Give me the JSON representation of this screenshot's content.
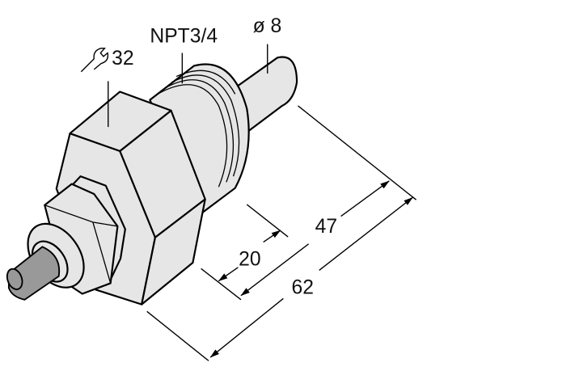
{
  "labels": {
    "wrench_size": "32",
    "thread": "NPT3/4",
    "probe_diameter": "ø 8",
    "dim_thread_length": "20",
    "dim_probe_length": "47",
    "dim_total_length": "62"
  },
  "icons": {
    "wrench": "wrench-icon"
  },
  "colors": {
    "body": "#e6e6e6",
    "cable": "#999999",
    "outline": "#000000"
  }
}
